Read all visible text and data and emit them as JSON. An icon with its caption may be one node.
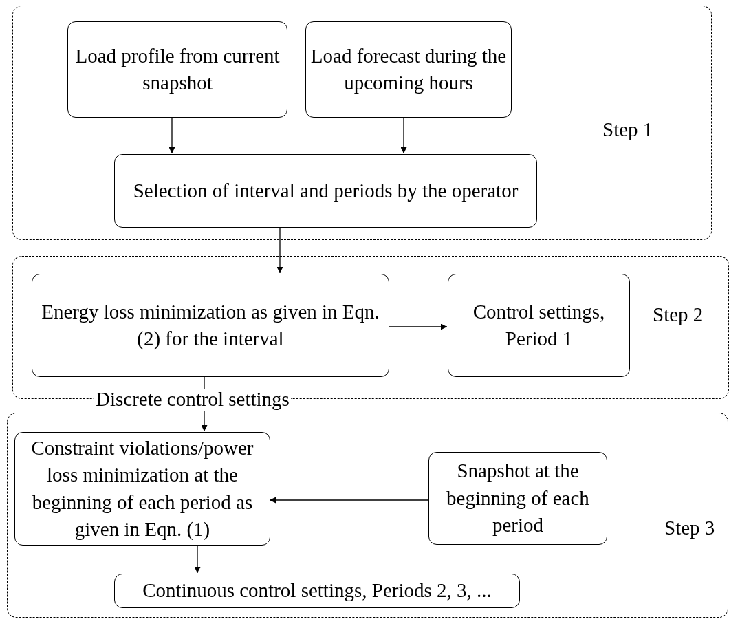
{
  "diagram": {
    "nodes": [
      {
        "text": [
          "Step 1"
        ]
      },
      {
        "text": [
          "Load profile from current snapshot"
        ],
        "in": 0
      },
      {
        "text": [
          "Load forecast during the upcoming hours"
        ],
        "in": 0
      },
      {
        "text": [
          "Selection of interval and periods by the operator"
        ],
        "in": 0
      },
      {
        "text": [
          "Step 2"
        ]
      },
      {
        "text": [
          "Energy loss minimization as given in Eqn. (2) for the interval"
        ],
        "in": 4
      },
      {
        "text": [
          "Control settings, Period 1"
        ],
        "in": 4
      },
      {
        "text": [
          "Step 3"
        ]
      },
      {
        "text": [
          "Constraint violations/power loss minimization at the beginning of each period as given in Eqn. (1)"
        ],
        "in": 7
      },
      {
        "text": [
          "Snapshot at the beginning of each period"
        ],
        "in": 7
      },
      {
        "text": [
          "Continuous control settings, Periods 2, 3, ..."
        ],
        "in": 7
      }
    ],
    "edges": [
      {
        "from": 1,
        "to": 3,
        "arrow": "to"
      },
      {
        "from": 2,
        "to": 3,
        "arrow": "to"
      },
      {
        "from": 3,
        "to": 5,
        "arrow": "to"
      },
      {
        "from": 5,
        "to": 6,
        "arrow": "to"
      },
      {
        "from": 5,
        "to": 8,
        "arrow": "to",
        "label": "Discrete control settings"
      },
      {
        "from": 9,
        "to": 8,
        "arrow": "to"
      },
      {
        "from": 8,
        "to": 10,
        "arrow": "to"
      }
    ]
  }
}
